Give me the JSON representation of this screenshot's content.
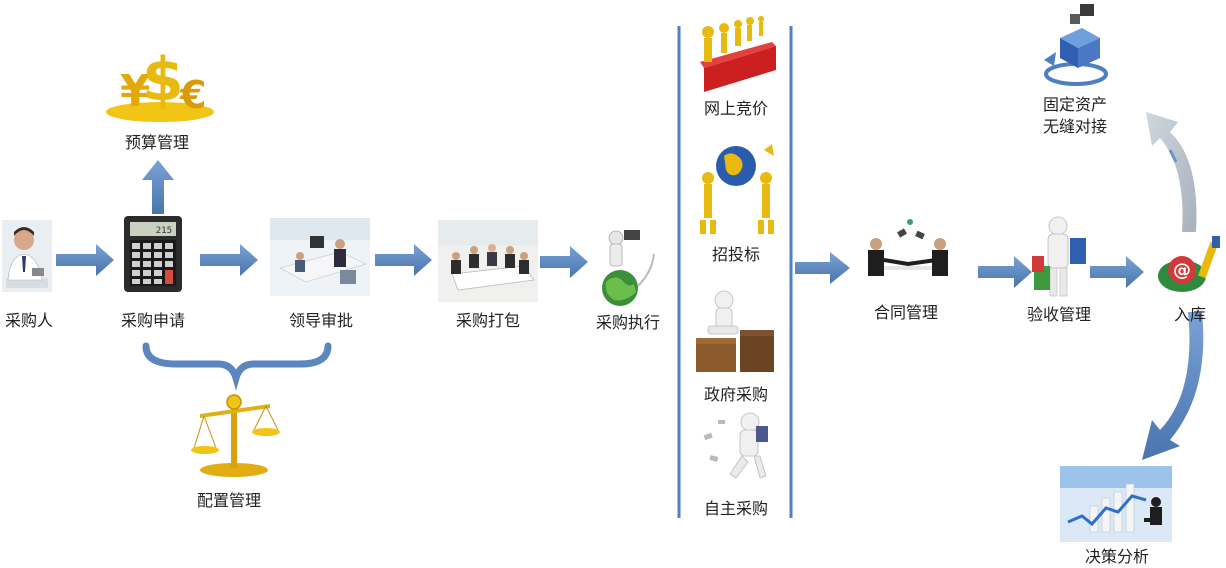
{
  "colors": {
    "arrow": "#5b86c0",
    "arrow_dark": "#4a74ad",
    "gold": "#e8b90f",
    "line": "#4f7fc1"
  },
  "nodes": {
    "purchaser": "采购人",
    "purchase_request": "采购申请",
    "budget_management": "预算管理",
    "leader_approval": "领导审批",
    "allocation_management": "配置管理",
    "purchase_package": "采购打包",
    "purchase_execution": "采购执行",
    "online_bidding": "网上竞价",
    "tender": "招投标",
    "government_procurement": "政府采购",
    "self_procurement": "自主采购",
    "contract_management": "合同管理",
    "acceptance_management": "验收管理",
    "warehousing": "入库",
    "fixed_assets_line1": "固定资产",
    "fixed_assets_line2": "无缝对接",
    "decision_analysis": "决策分析"
  },
  "calculator_display": "215"
}
